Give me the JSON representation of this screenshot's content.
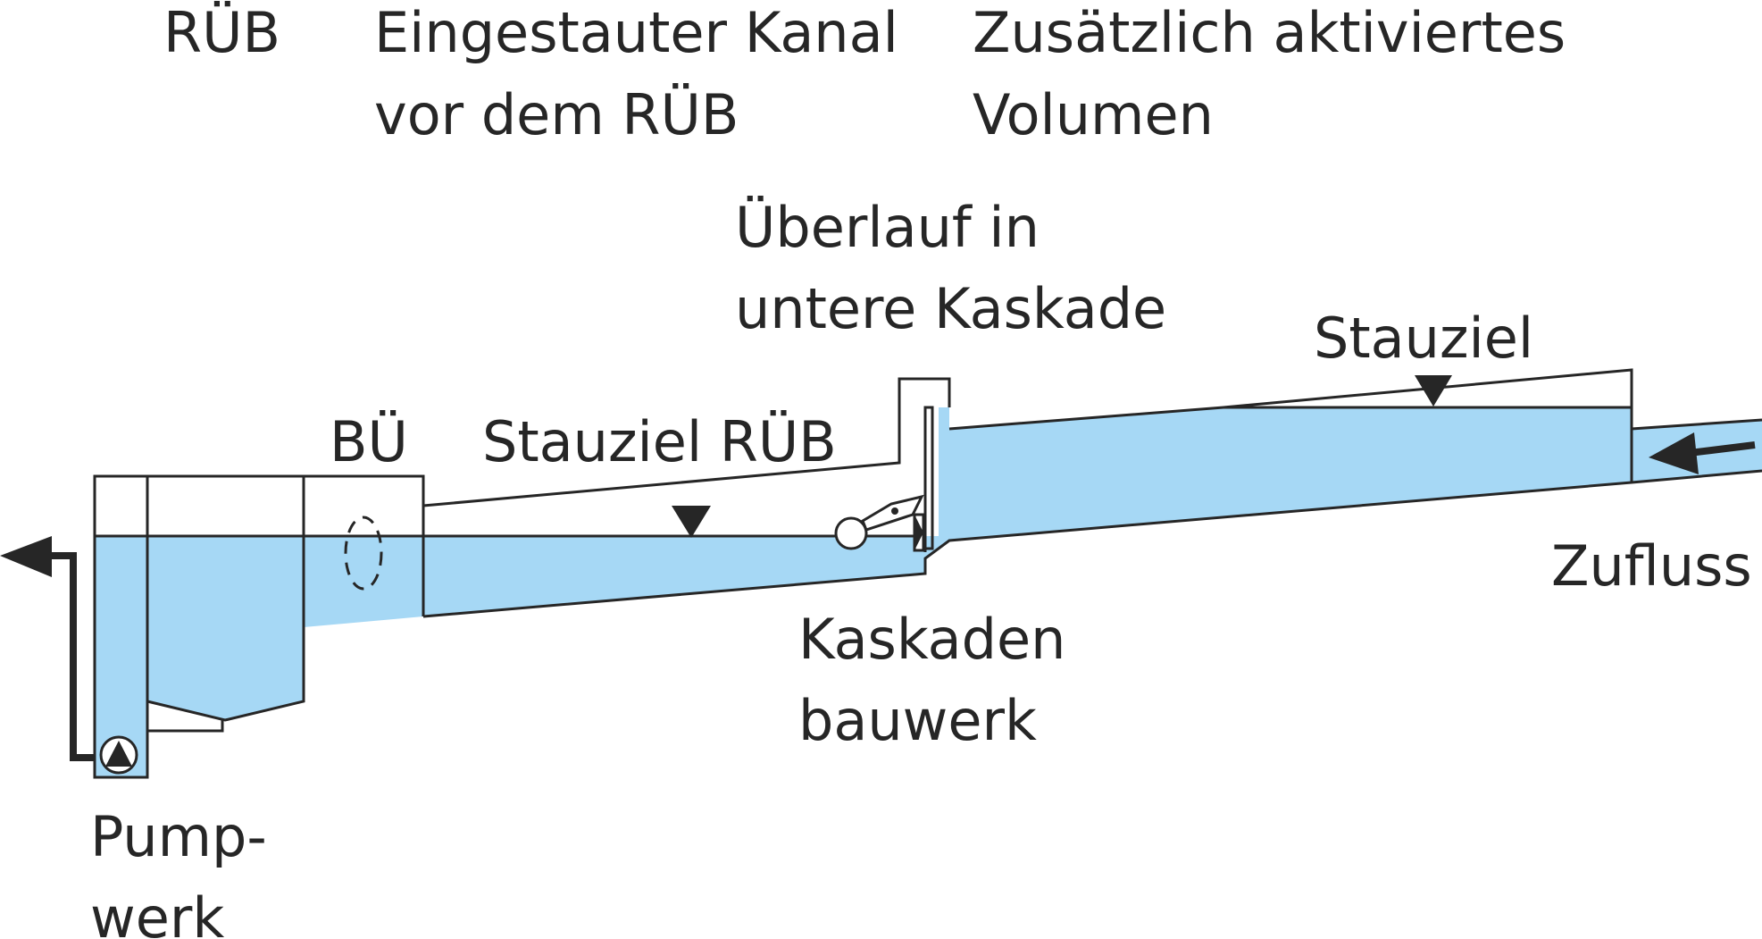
{
  "colors": {
    "water": "#a6d8f5",
    "line": "#262626",
    "background": "#ffffff"
  },
  "labels": {
    "rueb": "RÜB",
    "kanal_line1": "Eingestauter Kanal",
    "kanal_line2": "vor dem RÜB",
    "volumen_line1": "Zusätzlich aktiviertes",
    "volumen_line2": "Volumen",
    "ueberlauf_line1": "Überlauf in",
    "ueberlauf_line2": "untere Kaskade",
    "stauziel": "Stauziel",
    "bue": "BÜ",
    "stauziel_rueb": "Stauziel RÜB",
    "zufluss": "Zufluss",
    "kaskaden_line1": "Kaskaden",
    "kaskaden_line2": "bauwerk",
    "pumpwerk_line1": "Pump-",
    "pumpwerk_line2": "werk"
  },
  "icons": {
    "pump": "pump-icon",
    "valve": "valve-icon",
    "outflow_arrow": "outflow-arrow-icon",
    "inflow_arrow": "inflow-arrow-icon",
    "water_level_marker": "water-level-triangle-icon"
  }
}
